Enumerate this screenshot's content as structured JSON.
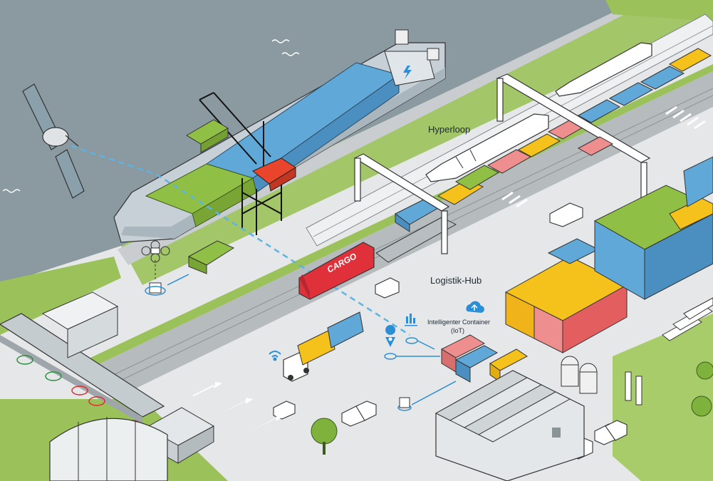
{
  "labels": {
    "hyperloop": "Hyperloop",
    "logistik_hub": "Logistik-Hub",
    "iot_line1": "Intelligenter Container",
    "iot_line2": "(IoT)",
    "train_cargo": "CARGO"
  },
  "colors": {
    "water": "#8a9aa0",
    "ground": "#e6e7e8",
    "grass": "#9bc25a",
    "container_blue": "#5fa8d8",
    "container_green": "#8fbf45",
    "container_yellow": "#f5c21b",
    "container_pink": "#ee8e8e",
    "crane_red": "#e8452c",
    "train_red": "#e0313b",
    "accent_blue": "#2b8fd6"
  },
  "icons": [
    "satellite-icon",
    "drone-icon",
    "wifi-icon",
    "location-pin-icon",
    "cloud-upload-icon",
    "bar-chart-icon"
  ]
}
